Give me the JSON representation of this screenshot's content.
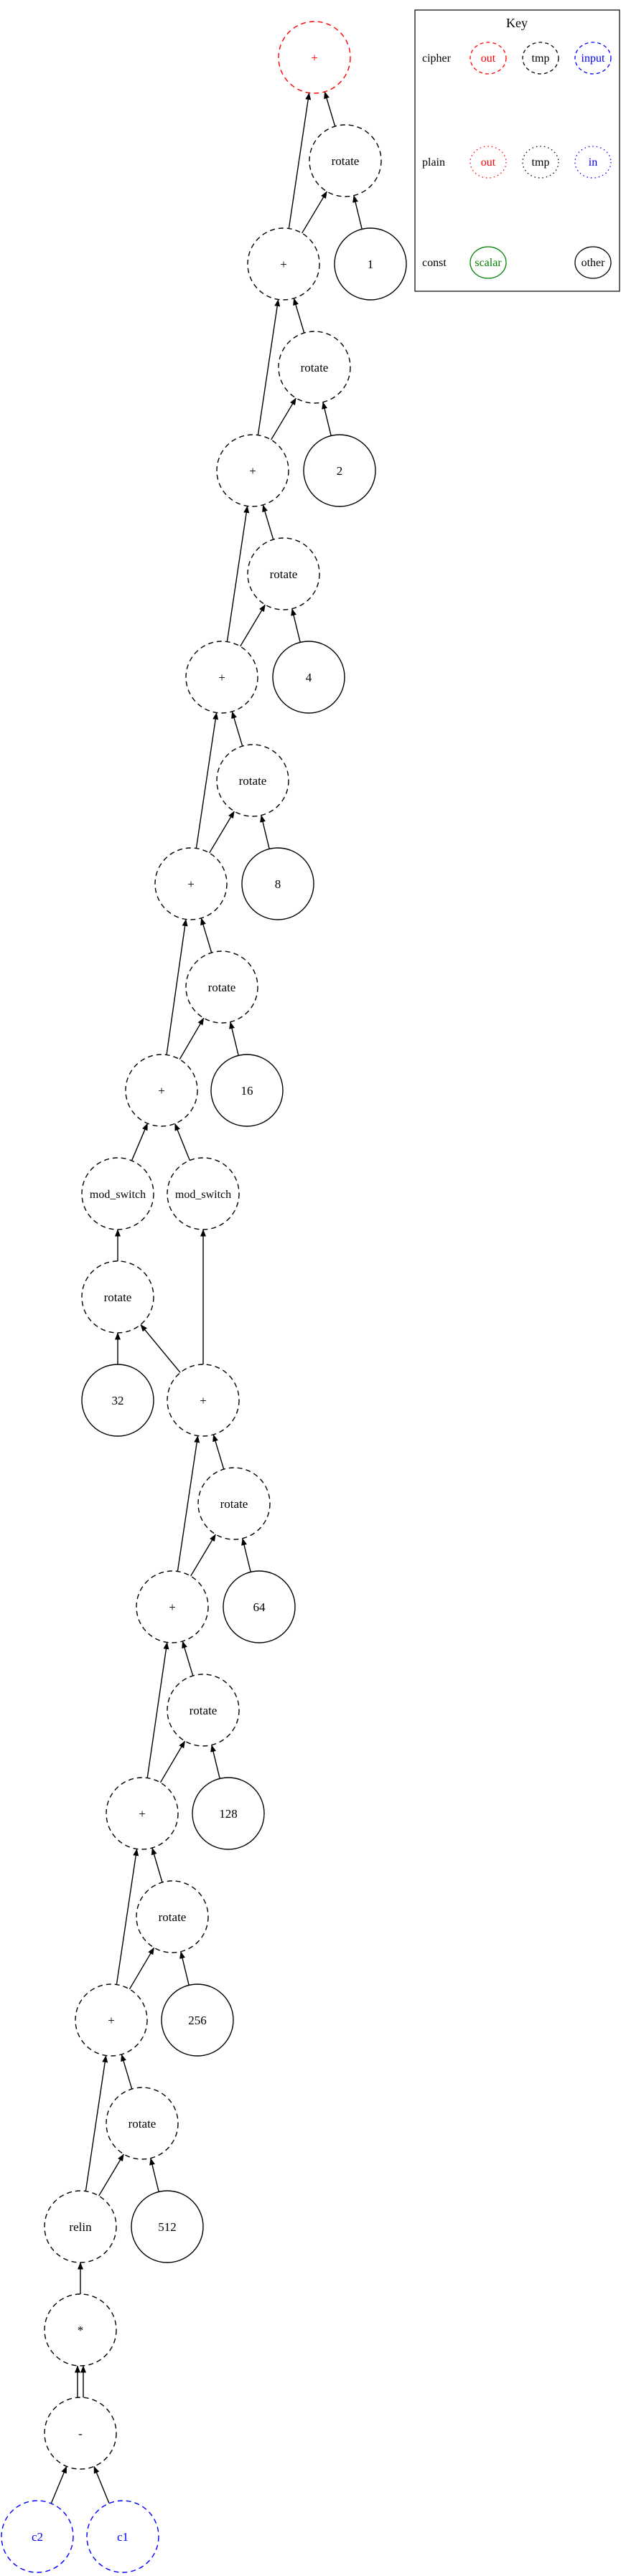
{
  "key": {
    "title": "Key",
    "rows": [
      {
        "label": "cipher",
        "items": [
          {
            "text": "out",
            "color": "#ff0000",
            "style": "dashed"
          },
          {
            "text": "tmp",
            "color": "#000000",
            "style": "dashed"
          },
          {
            "text": "input",
            "color": "#0000ff",
            "style": "dashed"
          }
        ]
      },
      {
        "label": "plain",
        "items": [
          {
            "text": "out",
            "color": "#ff0000",
            "style": "dotted"
          },
          {
            "text": "tmp",
            "color": "#000000",
            "style": "dotted"
          },
          {
            "text": "in",
            "color": "#0000ff",
            "style": "dotted"
          }
        ]
      },
      {
        "label": "const",
        "items": [
          {
            "text": "scalar",
            "color": "#008000",
            "style": "solid"
          },
          {
            "text": "other",
            "color": "#000000",
            "style": "solid"
          }
        ]
      }
    ]
  },
  "nodes": [
    {
      "id": "n_out",
      "label": "+",
      "kind": "cipher-out"
    },
    {
      "id": "n_rot1",
      "label": "rotate",
      "kind": "cipher-tmp"
    },
    {
      "id": "n_c1",
      "label": "1",
      "kind": "const-other"
    },
    {
      "id": "n_add1",
      "label": "+",
      "kind": "cipher-tmp"
    },
    {
      "id": "n_rot2",
      "label": "rotate",
      "kind": "cipher-tmp"
    },
    {
      "id": "n_c2",
      "label": "2",
      "kind": "const-other"
    },
    {
      "id": "n_add2",
      "label": "+",
      "kind": "cipher-tmp"
    },
    {
      "id": "n_rot4",
      "label": "rotate",
      "kind": "cipher-tmp"
    },
    {
      "id": "n_c4",
      "label": "4",
      "kind": "const-other"
    },
    {
      "id": "n_add4",
      "label": "+",
      "kind": "cipher-tmp"
    },
    {
      "id": "n_rot8",
      "label": "rotate",
      "kind": "cipher-tmp"
    },
    {
      "id": "n_c8",
      "label": "8",
      "kind": "const-other"
    },
    {
      "id": "n_add8",
      "label": "+",
      "kind": "cipher-tmp"
    },
    {
      "id": "n_rot16",
      "label": "rotate",
      "kind": "cipher-tmp"
    },
    {
      "id": "n_c16",
      "label": "16",
      "kind": "const-other"
    },
    {
      "id": "n_add16",
      "label": "+",
      "kind": "cipher-tmp"
    },
    {
      "id": "n_ms1",
      "label": "mod_switch",
      "kind": "cipher-tmp"
    },
    {
      "id": "n_ms2",
      "label": "mod_switch",
      "kind": "cipher-tmp"
    },
    {
      "id": "n_rot32",
      "label": "rotate",
      "kind": "cipher-tmp"
    },
    {
      "id": "n_c32",
      "label": "32",
      "kind": "const-other"
    },
    {
      "id": "n_add32",
      "label": "+",
      "kind": "cipher-tmp"
    },
    {
      "id": "n_rot64",
      "label": "rotate",
      "kind": "cipher-tmp"
    },
    {
      "id": "n_c64",
      "label": "64",
      "kind": "const-other"
    },
    {
      "id": "n_add64",
      "label": "+",
      "kind": "cipher-tmp"
    },
    {
      "id": "n_rot128",
      "label": "rotate",
      "kind": "cipher-tmp"
    },
    {
      "id": "n_c128",
      "label": "128",
      "kind": "const-other"
    },
    {
      "id": "n_add128",
      "label": "+",
      "kind": "cipher-tmp"
    },
    {
      "id": "n_rot256",
      "label": "rotate",
      "kind": "cipher-tmp"
    },
    {
      "id": "n_c256",
      "label": "256",
      "kind": "const-other"
    },
    {
      "id": "n_add256",
      "label": "+",
      "kind": "cipher-tmp"
    },
    {
      "id": "n_rot512",
      "label": "rotate",
      "kind": "cipher-tmp"
    },
    {
      "id": "n_c512",
      "label": "512",
      "kind": "const-other"
    },
    {
      "id": "n_relin",
      "label": "relin",
      "kind": "cipher-tmp"
    },
    {
      "id": "n_mul",
      "label": "*",
      "kind": "cipher-tmp"
    },
    {
      "id": "n_sub",
      "label": "-",
      "kind": "cipher-tmp"
    },
    {
      "id": "n_e2",
      "label": "c2",
      "kind": "cipher-input"
    },
    {
      "id": "n_e1",
      "label": "c1",
      "kind": "cipher-input"
    }
  ],
  "edges": [
    [
      "n_rot1",
      "n_out"
    ],
    [
      "n_add1",
      "n_out"
    ],
    [
      "n_c1",
      "n_rot1"
    ],
    [
      "n_add1",
      "n_rot1"
    ],
    [
      "n_rot2",
      "n_add1"
    ],
    [
      "n_add2",
      "n_add1"
    ],
    [
      "n_c2",
      "n_rot2"
    ],
    [
      "n_add2",
      "n_rot2"
    ],
    [
      "n_rot4",
      "n_add2"
    ],
    [
      "n_add4",
      "n_add2"
    ],
    [
      "n_c4",
      "n_rot4"
    ],
    [
      "n_add4",
      "n_rot4"
    ],
    [
      "n_rot8",
      "n_add4"
    ],
    [
      "n_add8",
      "n_add4"
    ],
    [
      "n_c8",
      "n_rot8"
    ],
    [
      "n_add8",
      "n_rot8"
    ],
    [
      "n_rot16",
      "n_add8"
    ],
    [
      "n_add16",
      "n_add8"
    ],
    [
      "n_c16",
      "n_rot16"
    ],
    [
      "n_add16",
      "n_rot16"
    ],
    [
      "n_ms1",
      "n_add16"
    ],
    [
      "n_ms2",
      "n_add16"
    ],
    [
      "n_rot32",
      "n_ms1"
    ],
    [
      "n_add32",
      "n_ms2"
    ],
    [
      "n_c32",
      "n_rot32"
    ],
    [
      "n_add32",
      "n_rot32"
    ],
    [
      "n_rot64",
      "n_add32"
    ],
    [
      "n_add64",
      "n_add32"
    ],
    [
      "n_c64",
      "n_rot64"
    ],
    [
      "n_add64",
      "n_rot64"
    ],
    [
      "n_rot128",
      "n_add64"
    ],
    [
      "n_add128",
      "n_add64"
    ],
    [
      "n_c128",
      "n_rot128"
    ],
    [
      "n_add128",
      "n_rot128"
    ],
    [
      "n_rot256",
      "n_add128"
    ],
    [
      "n_add256",
      "n_add128"
    ],
    [
      "n_c256",
      "n_rot256"
    ],
    [
      "n_add256",
      "n_rot256"
    ],
    [
      "n_rot512",
      "n_add256"
    ],
    [
      "n_relin",
      "n_add256"
    ],
    [
      "n_c512",
      "n_rot512"
    ],
    [
      "n_relin",
      "n_rot512"
    ],
    [
      "n_mul",
      "n_relin"
    ],
    [
      "n_sub",
      "n_mul",
      "left"
    ],
    [
      "n_sub",
      "n_mul",
      "right"
    ],
    [
      "n_e2",
      "n_sub"
    ],
    [
      "n_e1",
      "n_sub"
    ]
  ],
  "colors": {
    "cipher_out": "#ff0000",
    "cipher_tmp": "#000000",
    "cipher_input": "#0000ff",
    "const_scalar": "#008000",
    "const_other": "#000000",
    "edge": "#000000",
    "background": "#ffffff"
  }
}
